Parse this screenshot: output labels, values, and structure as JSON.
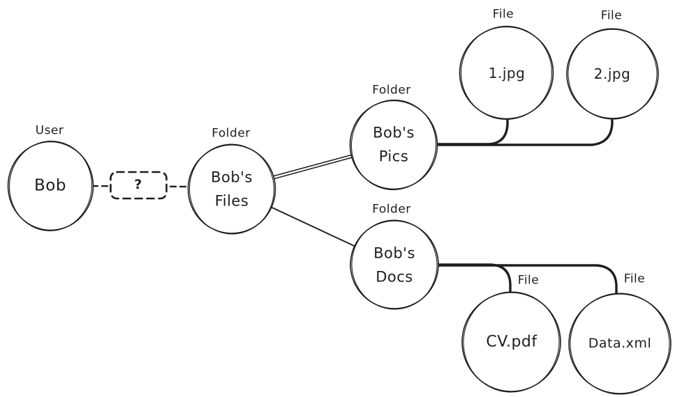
{
  "diagram": {
    "nodes": {
      "bob": {
        "type_label": "User",
        "label": "Bob"
      },
      "relationship": {
        "label": "?"
      },
      "bobs_files": {
        "type_label": "Folder",
        "label": "Bob's\nFiles"
      },
      "bobs_pics": {
        "type_label": "Folder",
        "label": "Bob's\nPics"
      },
      "bobs_docs": {
        "type_label": "Folder",
        "label": "Bob's\nDocs"
      },
      "file_1jpg": {
        "type_label": "File",
        "label": "1.jpg"
      },
      "file_2jpg": {
        "type_label": "File",
        "label": "2.jpg"
      },
      "file_cvpdf": {
        "type_label": "File",
        "label": "CV.pdf"
      },
      "file_dataxml": {
        "type_label": "File",
        "label": "Data.xml"
      }
    },
    "edges": [
      {
        "from": "Bob",
        "to": "Bob's Files",
        "style": "dashed",
        "via_label": "?"
      },
      {
        "from": "Bob's Files",
        "to": "Bob's Pics",
        "style": "solid"
      },
      {
        "from": "Bob's Files",
        "to": "Bob's Docs",
        "style": "solid"
      },
      {
        "from": "Bob's Pics",
        "to": "1.jpg",
        "style": "thick-elbow"
      },
      {
        "from": "Bob's Pics",
        "to": "2.jpg",
        "style": "thick-elbow"
      },
      {
        "from": "Bob's Docs",
        "to": "CV.pdf",
        "style": "thick-elbow"
      },
      {
        "from": "Bob's Docs",
        "to": "Data.xml",
        "style": "thick-elbow"
      }
    ],
    "colors": {
      "stroke": "#1e1e1e",
      "background": "#ffffff"
    }
  }
}
